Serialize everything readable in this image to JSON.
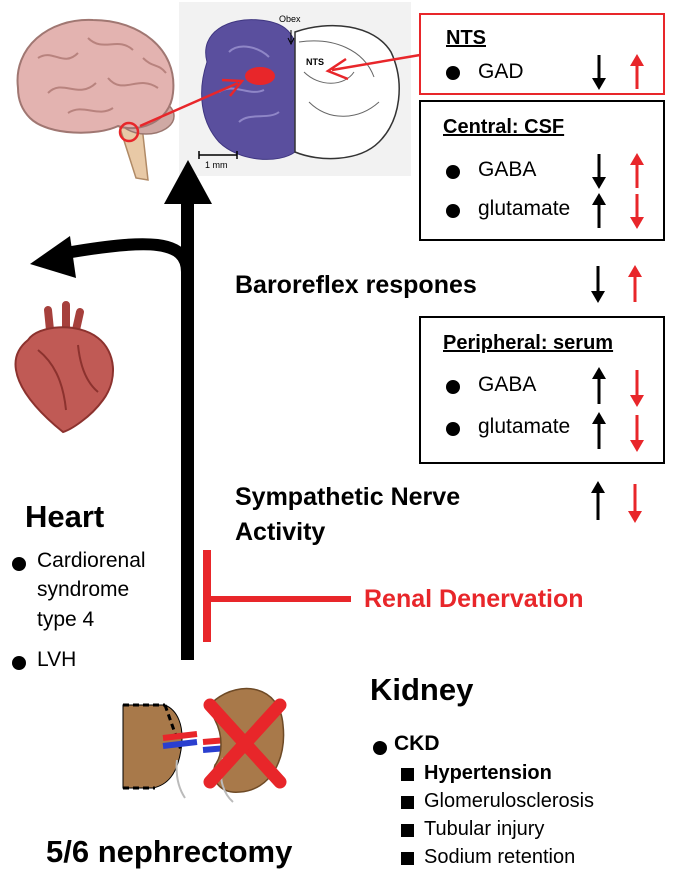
{
  "nts_box": {
    "title": "NTS",
    "items": [
      {
        "label": "GAD",
        "before": "down",
        "after": "up"
      }
    ]
  },
  "csf_box": {
    "title": "Central: CSF",
    "items": [
      {
        "label": "GABA",
        "before": "down",
        "after": "up"
      },
      {
        "label": "glutamate",
        "before": "up",
        "after": "down"
      }
    ]
  },
  "baroreflex": {
    "label": "Baroreflex respones",
    "before": "down",
    "after": "up"
  },
  "serum_box": {
    "title": "Peripheral: serum",
    "items": [
      {
        "label": "GABA",
        "before": "up",
        "after": "down"
      },
      {
        "label": "glutamate",
        "before": "up",
        "after": "down"
      }
    ]
  },
  "sympathetic": {
    "line1": "Sympathetic Nerve",
    "line2": "Activity",
    "before": "up",
    "after": "down"
  },
  "brain_slice": {
    "obex": "Obex",
    "nts": "NTS",
    "scale": "1 mm"
  },
  "heart": {
    "title": "Heart",
    "items": [
      [
        "Cardiorenal",
        "syndrome",
        "type 4"
      ],
      [
        "LVH"
      ]
    ]
  },
  "renal_denervation": {
    "label": "Renal Denervation",
    "color": "#e8262a"
  },
  "kidney": {
    "title": "Kidney",
    "main_item": "CKD",
    "sub_items": [
      "Hypertension",
      "Glomerulosclerosis",
      "Tubular injury",
      "Sodium retention"
    ]
  },
  "nephrectomy": {
    "label": "5/6 nephrectomy"
  },
  "colors": {
    "red": "#e8262a",
    "black": "#000000",
    "brain": "#d9a6a6",
    "slice": "#5a4f9e",
    "heart": "#b85450",
    "kidney": "#a8794a"
  }
}
